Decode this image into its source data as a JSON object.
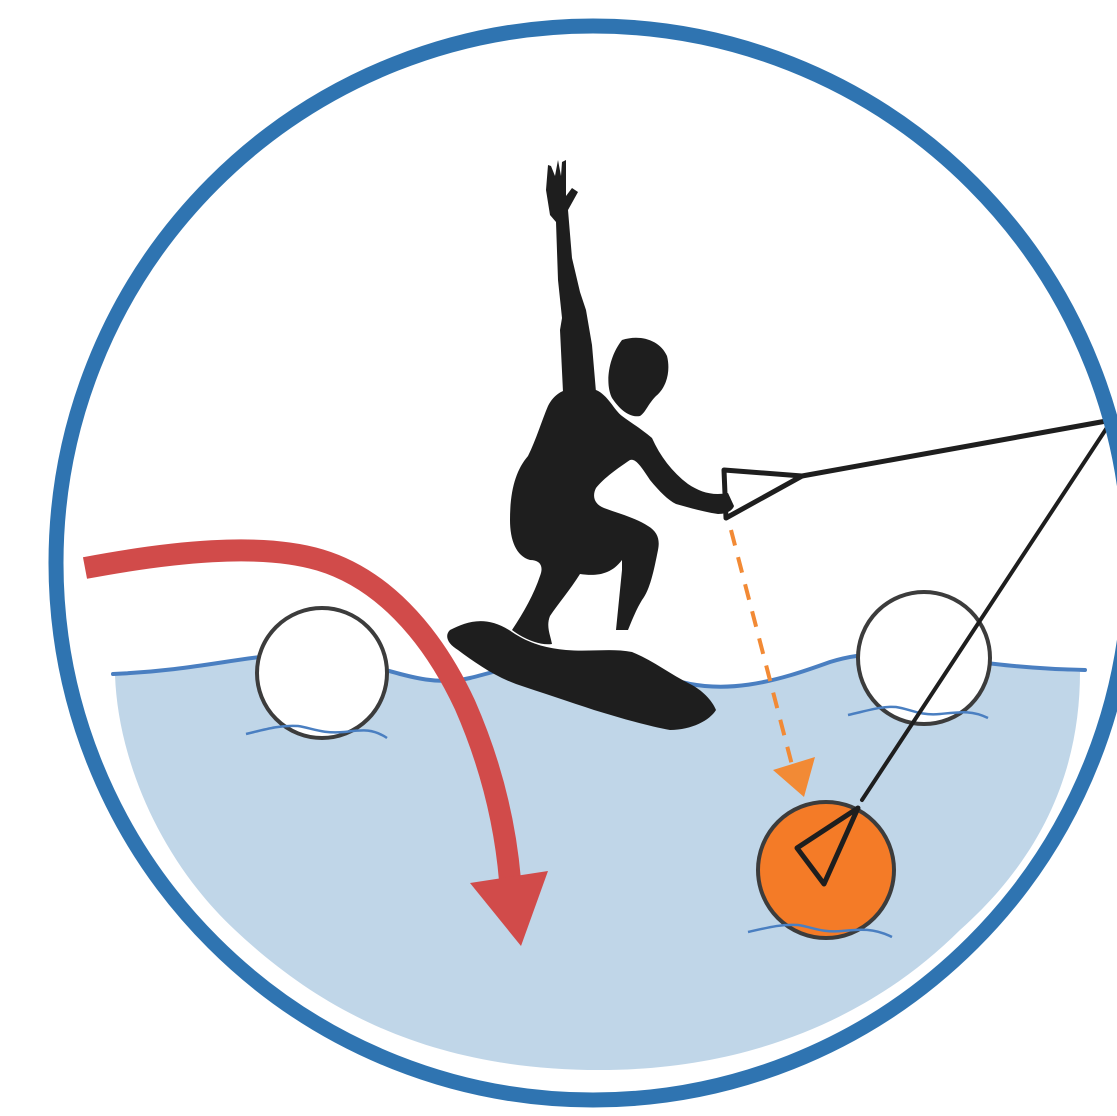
{
  "illustration": {
    "subject": "wakeboarder",
    "icons": [
      "wakeboarder-silhouette-icon",
      "tow-rope-icon",
      "buoy-icon",
      "fall-arrow-icon",
      "drop-arrow-icon"
    ],
    "colors": {
      "frame": "#2f74b1",
      "water_fill": "#c0d6e8",
      "water_line": "#4a7fc1",
      "silhouette": "#1e1e1e",
      "rope": "#1e1e1e",
      "buoy_outline": "#3c3c3c",
      "buoy_neutral": "#ffffff",
      "buoy_highlight": "#f47b27",
      "fall_arrow": "#d14b4a",
      "drop_arrow": "#f28a35"
    },
    "buoys": [
      {
        "name": "left-buoy",
        "state": "neutral"
      },
      {
        "name": "right-buoy",
        "state": "neutral"
      },
      {
        "name": "target-buoy",
        "state": "highlighted"
      }
    ]
  }
}
